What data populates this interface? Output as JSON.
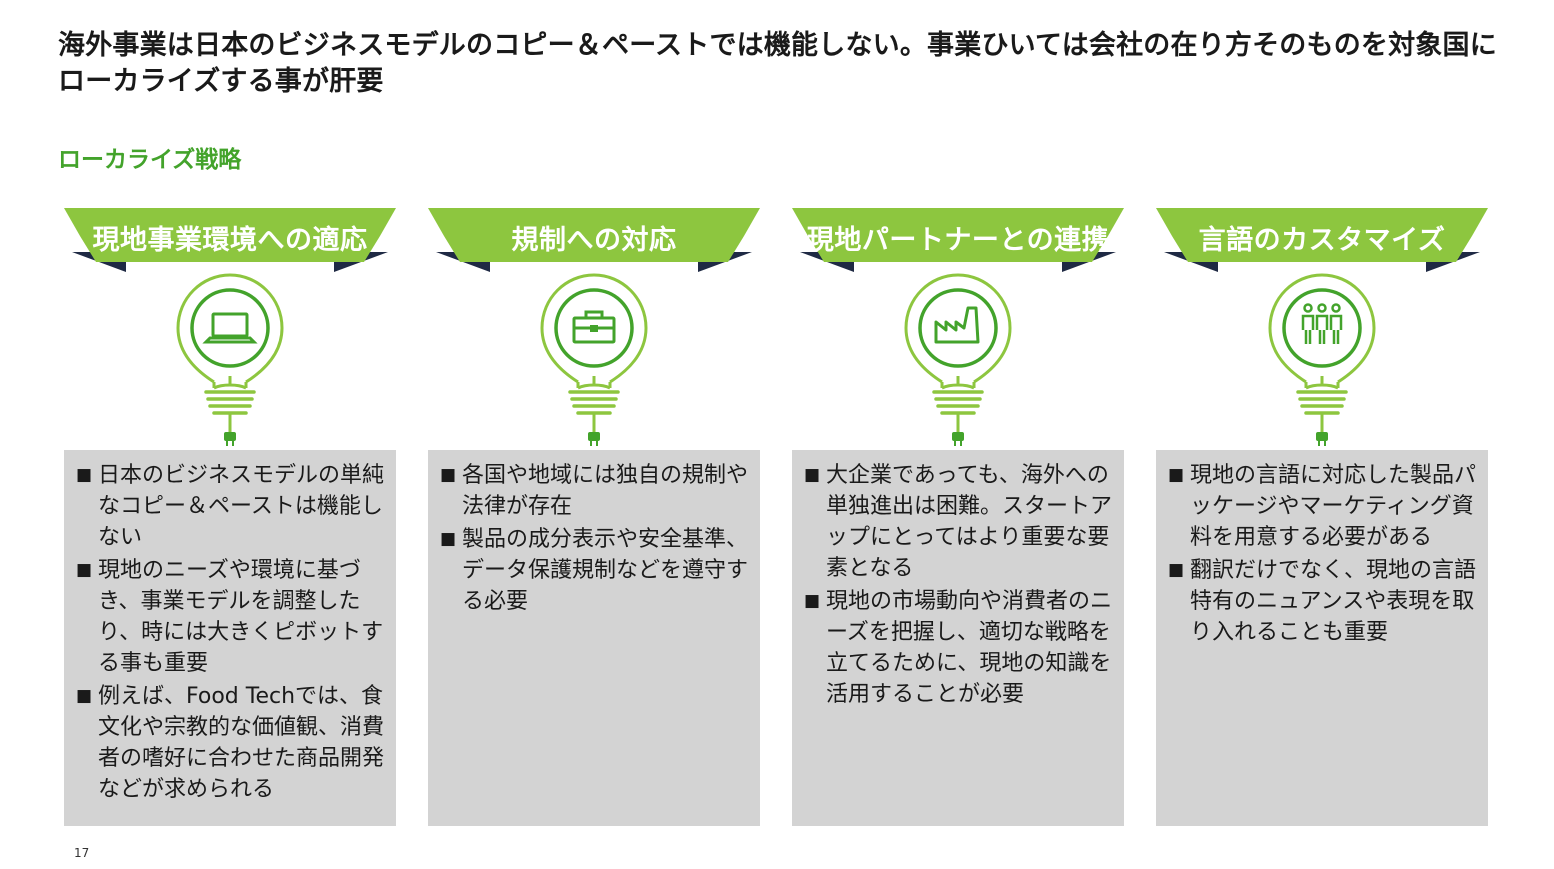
{
  "header": {
    "title": "海外事業は日本のビジネスモデルのコピー＆ペーストでは機能しない。事業ひいては会社の在り方そのものを対象国にローカライズする事が肝要",
    "subtitle": "ローカライズ戦略"
  },
  "colors": {
    "accent_green": "#8dc63f",
    "icon_green": "#43a32b",
    "ribbon_fold_navy": "#1f2a44",
    "box_gray": "#d3d3d3"
  },
  "columns": [
    {
      "label": "現地事業環境への適応",
      "icon": "laptop-icon",
      "bullets": [
        "日本のビジネスモデルの単純なコピー＆ペーストは機能しない",
        "現地のニーズや環境に基づき、事業モデルを調整したり、時には大きくピボットする事も重要",
        "例えば、Food Techでは、食文化や宗教的な価値観、消費者の嗜好に合わせた商品開発などが求められる"
      ]
    },
    {
      "label": "規制への対応",
      "icon": "toolbox-icon",
      "bullets": [
        "各国や地域には独自の規制や法律が存在",
        "製品の成分表示や安全基準、データ保護規制などを遵守する必要"
      ]
    },
    {
      "label": "現地パートナーとの連携",
      "icon": "factory-icon",
      "bullets": [
        "大企業であっても、海外への単独進出は困難。スタートアップにとってはより重要な要素となる",
        "現地の市場動向や消費者のニーズを把握し、適切な戦略を立てるために、現地の知識を活用することが必要"
      ]
    },
    {
      "label": "言語のカスタマイズ",
      "icon": "people-group-icon",
      "bullets": [
        "現地の言語に対応した製品パッケージやマーケティング資料を用意する必要がある",
        "翻訳だけでなく、現地の言語特有のニュアンスや表現を取り入れることも重要"
      ]
    }
  ],
  "footer": {
    "page_number": "17"
  }
}
